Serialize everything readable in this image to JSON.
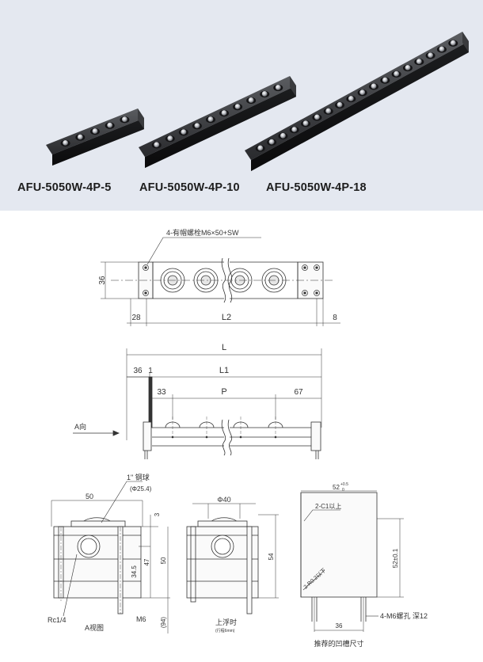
{
  "products": [
    {
      "model": "AFU-5050W-4P-5",
      "balls": 5
    },
    {
      "model": "AFU-5050W-4P-10",
      "balls": 10
    },
    {
      "model": "AFU-5050W-4P-18",
      "balls": 18
    }
  ],
  "top_view": {
    "callout": "4-有帽螺栓M6×50+SW",
    "dim_height": "36",
    "dim_left": "28",
    "dim_L2": "L2",
    "dim_right": "8"
  },
  "side_view": {
    "dim_L": "L",
    "dim_L1": "L1",
    "dim_36": "36",
    "dim_1": "1",
    "dim_33": "33",
    "dim_P": "P",
    "dim_67": "67",
    "direction_label": "A向"
  },
  "end_view_a": {
    "ball_label": "1\" 钢球",
    "ball_dia": "(Φ25.4)",
    "dim_width": "50",
    "dim_3": "3",
    "dim_47": "47",
    "dim_34_5": "34.5",
    "dim_50": "50",
    "dim_94": "(94)",
    "port_label": "Rc1/4",
    "caption": "A视图",
    "bolt_label": "M6"
  },
  "end_view_b": {
    "dim_width": "Φ40",
    "dim_height": "54",
    "caption": "上浮时",
    "caption_sub": "(行程6mm)"
  },
  "pocket_view": {
    "dim_width": "52",
    "dim_width_tol": "+0.5",
    "dim_width_tol2": "0",
    "chamfer": "2-C1以上",
    "radius": "2-R0.2以下",
    "dim_height": "52±0.1",
    "dim_36": "36",
    "hole_label": "4-M6螺孔 深12",
    "caption": "推荐的凹槽尺寸"
  }
}
